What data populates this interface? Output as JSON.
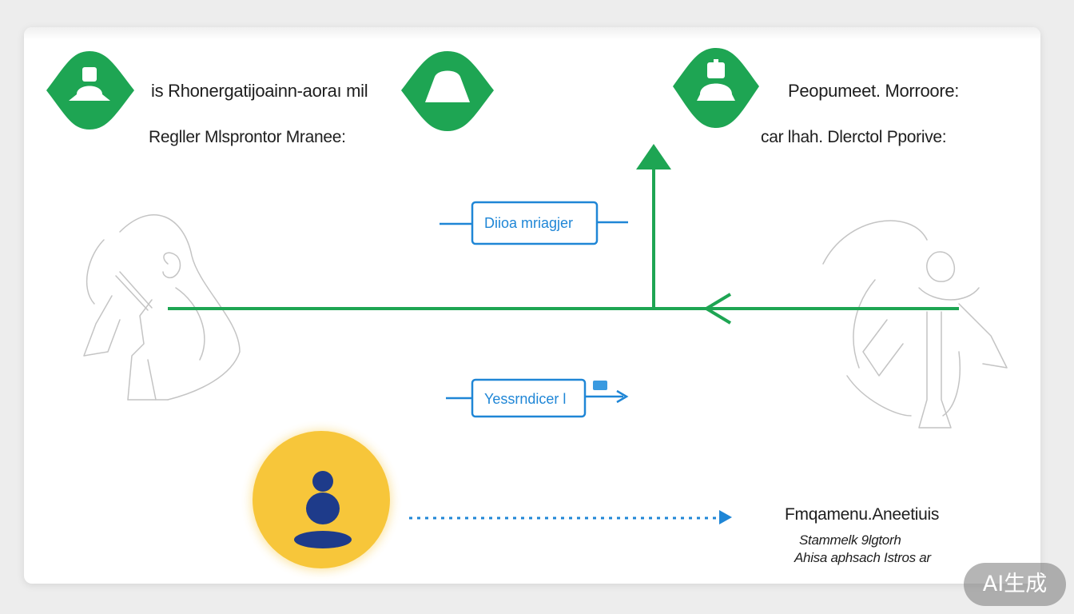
{
  "nodes": {
    "top_left": {
      "title": "is Rhonergatijoainn-aoraı mil",
      "subtitle": "Regller Mlsprontor Mranee:"
    },
    "top_right": {
      "title": "Peopumeet. Morroore:",
      "subtitle": "car lhah. Dlerctol  Pporive:"
    },
    "bottom_right": {
      "title": "Fmqamenu.Aneetiuis",
      "line1": "Stammelk  9lgtorh",
      "line2": "Ahisa aphsach  Istros ar"
    }
  },
  "labels": {
    "upper_box": "Diioa mriagjer",
    "lower_box": "Yessrndicer l"
  },
  "icons": {
    "left_badge": "person-bell-icon",
    "middle_badge": "bell-icon",
    "right_badge": "person-bell-icon",
    "bottom_badge": "person-stack-icon"
  },
  "colors": {
    "green": "#1ea553",
    "blue": "#1f86d6",
    "yellow": "#f7c63a",
    "navy": "#1e3b8a"
  },
  "watermark": "AI生成"
}
